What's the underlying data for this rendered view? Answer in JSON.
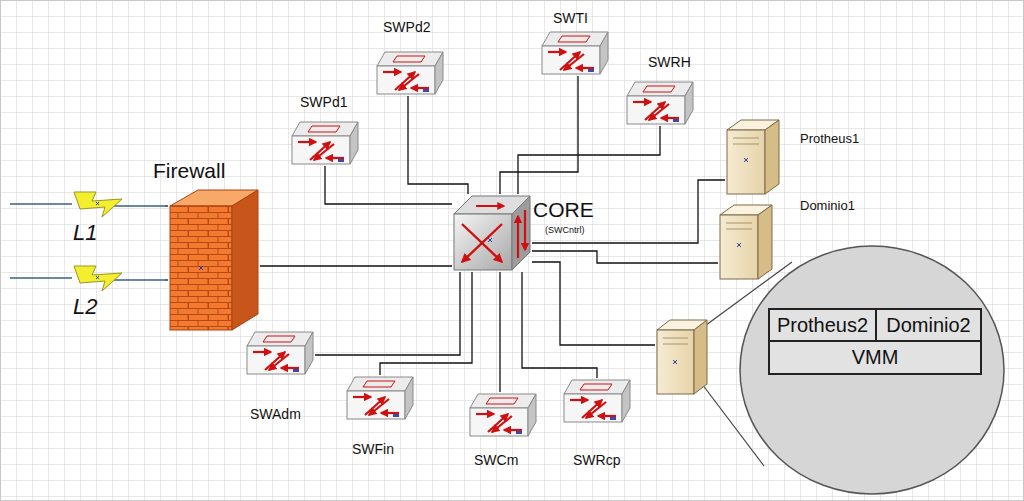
{
  "diagram": {
    "nodes": [
      {
        "text": [
          "SWTI"
        ]
      },
      {
        "text": [
          "SWPd2"
        ]
      },
      {
        "text": [
          "SWRH"
        ]
      },
      {
        "text": [
          "SWPd1"
        ]
      },
      {
        "text": [
          "Protheus1"
        ]
      },
      {
        "text": [
          "Firewall"
        ]
      },
      {
        "text": [
          "CORE",
          "(SWCntrl)"
        ]
      },
      {
        "text": [
          "Dominio1"
        ]
      },
      {
        "text": [
          "L1"
        ]
      },
      {
        "text": [
          "L2"
        ]
      },
      {
        "text": [
          "Protheus2"
        ]
      },
      {
        "text": [
          "Dominio2"
        ]
      },
      {
        "text": [
          "VMM"
        ]
      },
      {
        "text": [
          "SWAdm"
        ]
      },
      {
        "text": [
          "SWFin"
        ]
      },
      {
        "text": [
          "SWCm"
        ]
      },
      {
        "text": [
          "SWRcp"
        ]
      }
    ],
    "edges": [
      {
        "from": 6,
        "to": 0,
        "arrow": "none"
      },
      {
        "from": 6,
        "to": 1,
        "arrow": "none"
      },
      {
        "from": 6,
        "to": 2,
        "arrow": "none"
      },
      {
        "from": 6,
        "to": 3,
        "arrow": "none"
      },
      {
        "from": 6,
        "to": 4,
        "arrow": "none"
      },
      {
        "from": 6,
        "to": 5,
        "arrow": "none"
      },
      {
        "from": 6,
        "to": 7,
        "arrow": "none"
      },
      {
        "from": 8,
        "to": 5,
        "arrow": "none"
      },
      {
        "from": 9,
        "to": 5,
        "arrow": "none"
      },
      {
        "from": 6,
        "to": 13,
        "arrow": "none"
      },
      {
        "from": 6,
        "to": 14,
        "arrow": "none"
      },
      {
        "from": 6,
        "to": 15,
        "arrow": "none"
      },
      {
        "from": 6,
        "to": 16,
        "arrow": "none"
      }
    ]
  }
}
